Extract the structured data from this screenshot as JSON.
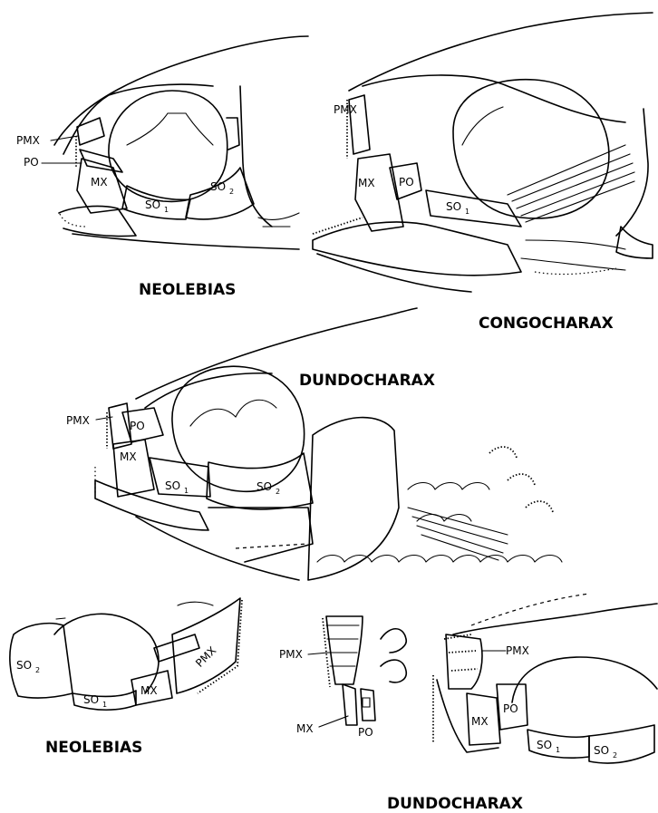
{
  "titles": {
    "neolebias_top": "NEOLEBIAS",
    "congocharax": "CONGOCHARAX",
    "dundocharax_main": "DUNDOCHARAX",
    "neolebias_bottom": "NEOLEBIAS",
    "dundocharax_bottom": "DUNDOCHARAX"
  },
  "labels": {
    "pmx": "PMX",
    "po": "PO",
    "mx": "MX",
    "so": "SO",
    "sub1": "1",
    "sub2": "2"
  }
}
